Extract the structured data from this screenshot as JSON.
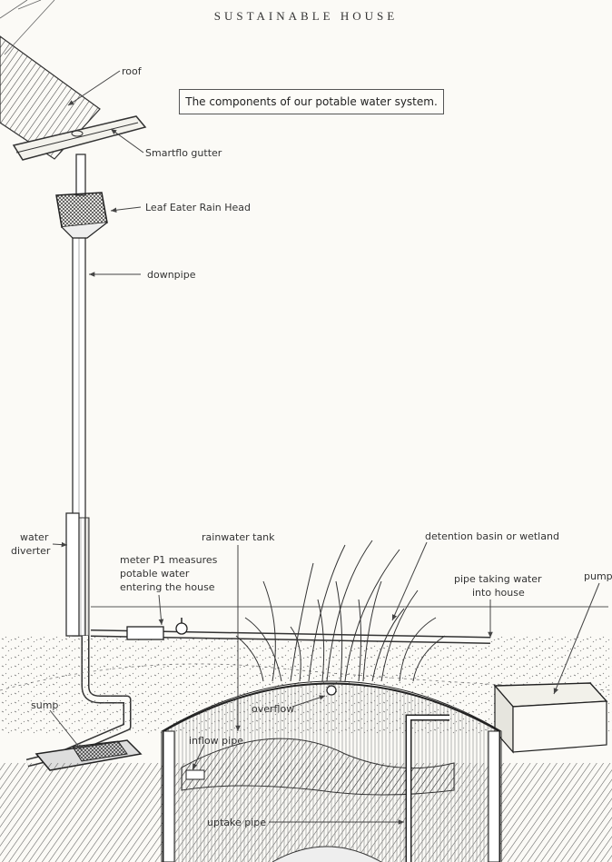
{
  "header": {
    "running_title": "SUSTAINABLE HOUSE"
  },
  "diagram": {
    "caption": "The components of our potable water system.",
    "labels": {
      "roof": "roof",
      "gutter": "Smartflo gutter",
      "rain_head": "Leaf Eater Rain Head",
      "downpipe": "downpipe",
      "water_diverter_1": "water",
      "water_diverter_2": "diverter",
      "rainwater_tank": "rainwater tank",
      "meter_1": "meter P1 measures",
      "meter_2": "potable water",
      "meter_3": "entering the house",
      "detention_basin": "detention basin or wetland",
      "pipe_house_1": "pipe taking water",
      "pipe_house_2": "into house",
      "pump": "pump",
      "sump": "sump",
      "overflow": "overflow",
      "inflow_pipe": "inflow pipe",
      "uptake_pipe": "uptake pipe"
    }
  }
}
